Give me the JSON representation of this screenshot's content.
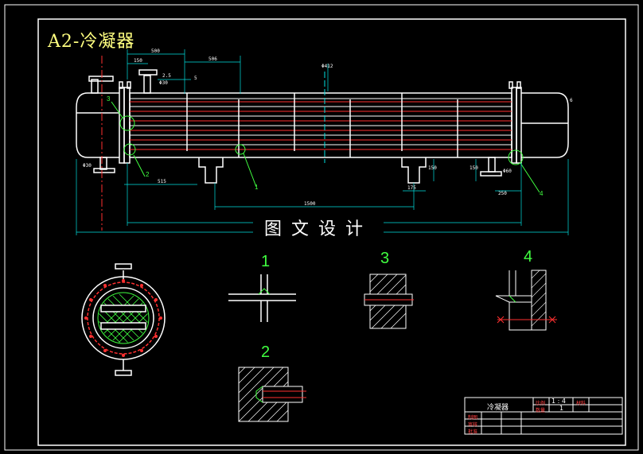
{
  "title": "A2-冷凝器",
  "banner": "图文设计",
  "detail_labels": [
    "1",
    "2",
    "3",
    "4"
  ],
  "leaders": [
    "1",
    "2",
    "3",
    "4"
  ],
  "dimensions": [
    "500",
    "150",
    "506",
    "1500",
    "515",
    "175",
    "150",
    "250",
    "150",
    "Φ412",
    "Φ30",
    "Φ60",
    "Φ30",
    "6",
    "2.5",
    "5"
  ],
  "title_block": {
    "name": "冷凝器",
    "scale_label": "比例",
    "scale_value": "1 : 4",
    "sheet_label": "数量",
    "sheet_value": "1",
    "material_label": "材料",
    "drawn": "制图",
    "checked": "审核",
    "approved": "批准"
  },
  "colors": {
    "background": "#000000",
    "lines": "#ffffff",
    "title": "#ffff80",
    "green": "#40ff40",
    "red": "#ff3030",
    "cyan": "#00e0e0"
  }
}
